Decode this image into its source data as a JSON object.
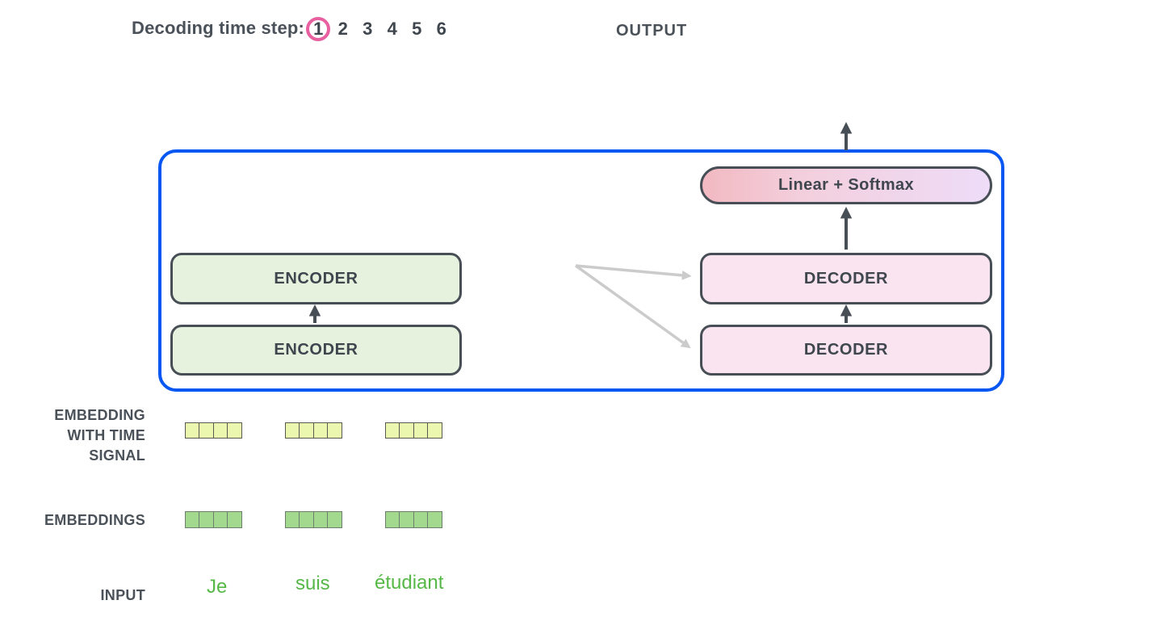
{
  "header": {
    "decoding_label": "Decoding time step:",
    "steps": [
      "1",
      "2",
      "3",
      "4",
      "5",
      "6"
    ],
    "active_step": "1",
    "output_label": "OUTPUT"
  },
  "model": {
    "encoders": [
      "ENCODER",
      "ENCODER"
    ],
    "decoders": [
      "DECODER",
      "DECODER"
    ],
    "linear_softmax_label": "Linear + Softmax"
  },
  "rows": {
    "time_signal_lines": [
      "EMBEDDING",
      "WITH TIME",
      "SIGNAL"
    ],
    "embeddings_label": "EMBEDDINGS",
    "input_label": "INPUT",
    "input_words": [
      "Je",
      "suis",
      "étudiant"
    ],
    "vector_cell_count": 4,
    "vectors_per_row": 3
  },
  "colors": {
    "container_border": "#0857f2",
    "step_circle": "#e8609f",
    "encoder_fill": "#e6f1de",
    "decoder_fill": "#fae4f0",
    "linear_softmax_gradient_left": "#f2b9c1",
    "linear_softmax_gradient_right": "#eedcf8",
    "box_border": "#474e56",
    "yellow_cell": "#ebf6ae",
    "green_cell": "#a2d98f",
    "input_word_text": "#56b847",
    "label_text": "#4a5158",
    "arrow_dark": "#474e56",
    "arrow_gray": "#cbcbcb"
  }
}
